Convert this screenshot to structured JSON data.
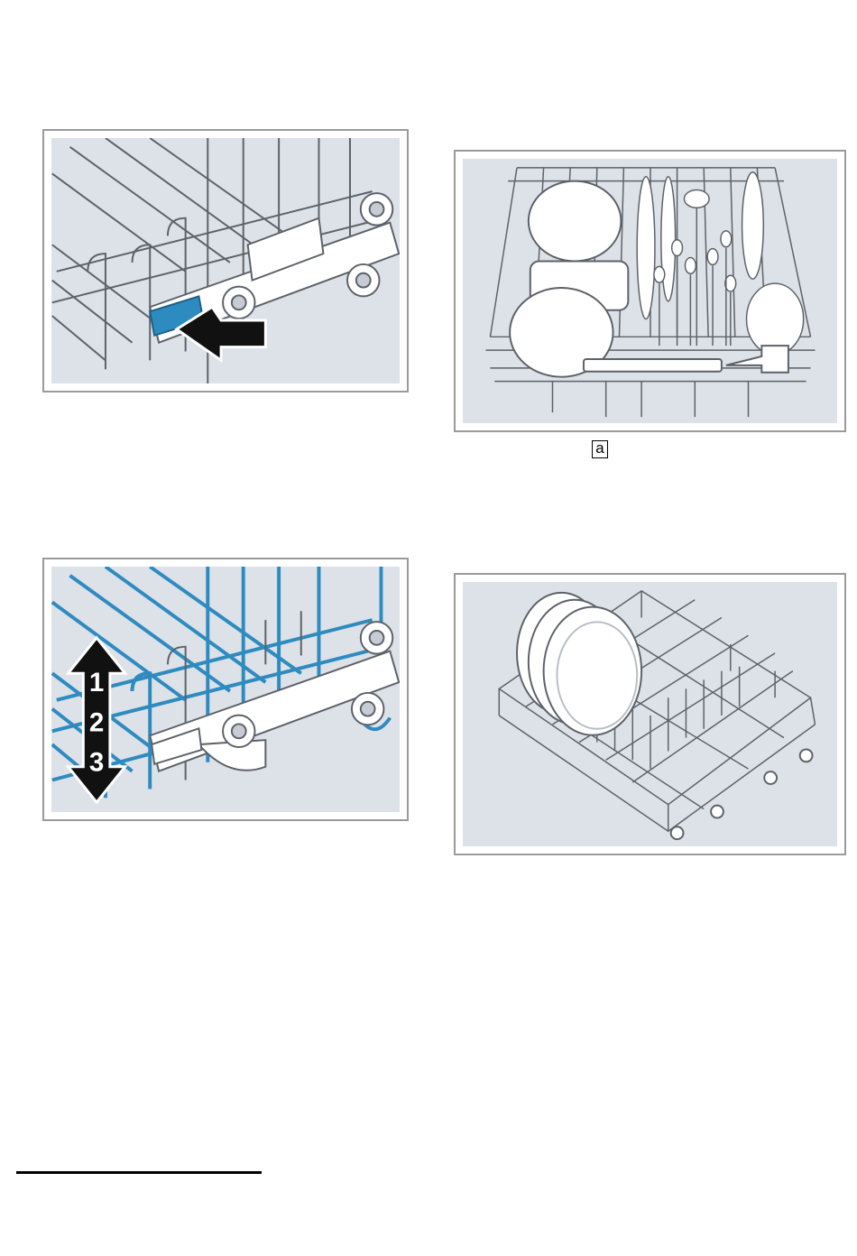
{
  "figures": {
    "upper_basket_callout": "a",
    "height_levels": [
      "1",
      "2",
      "3"
    ]
  },
  "colors": {
    "panel_background": "#dde1e8",
    "panel_border": "#9a9a9a",
    "wire": "#5d6168",
    "highlight_blue": "#2e8bc0",
    "arrow": "#111111"
  },
  "icons": {
    "press_arrow": "press-arrow-icon",
    "adjust_arrow": "double-arrow-icon",
    "callout_pointer": "callout-arrow-icon"
  }
}
